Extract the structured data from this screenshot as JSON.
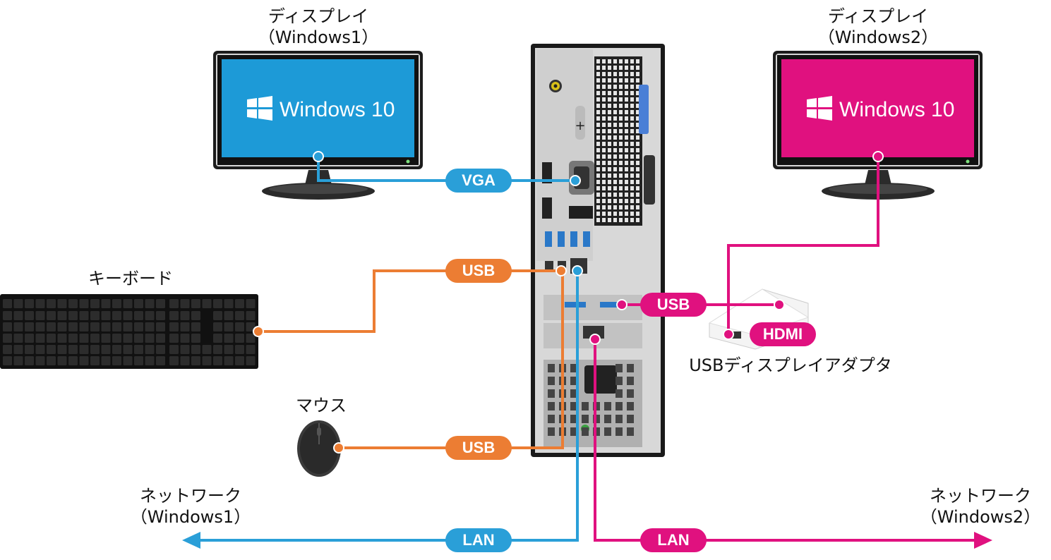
{
  "labels": {
    "display1_line1": "ディスプレイ",
    "display1_line2": "（Windows1）",
    "display2_line1": "ディスプレイ",
    "display2_line2": "（Windows2）",
    "keyboard": "キーボード",
    "mouse": "マウス",
    "adapter": "USBディスプレイアダプタ",
    "network1_line1": "ネットワーク",
    "network1_line2": "（Windows1）",
    "network2_line1": "ネットワーク",
    "network2_line2": "（Windows2）"
  },
  "screens": {
    "screen1": "Windows 10",
    "screen2": "Windows 10"
  },
  "connections": {
    "vga": "VGA",
    "usb_keyboard": "USB",
    "usb_mouse": "USB",
    "usb_adapter": "USB",
    "hdmi": "HDMI",
    "lan1": "LAN",
    "lan2": "LAN"
  },
  "colors": {
    "windows1": "#2a9fd8",
    "windows2": "#e0117f",
    "usb_input": "#ec7d33"
  }
}
